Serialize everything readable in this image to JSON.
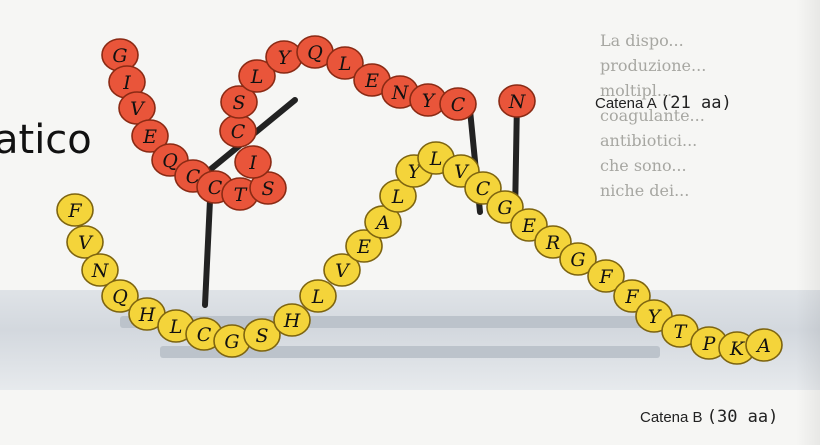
{
  "heading_fragment": "atico",
  "chain_a": {
    "label": "Catena A",
    "count": "(21 aa)",
    "color": "#e9553a",
    "stroke": "#8a2a14",
    "residues": [
      "G",
      "I",
      "V",
      "E",
      "Q",
      "C",
      "C",
      "T",
      "S",
      "I",
      "C",
      "S",
      "L",
      "Y",
      "Q",
      "L",
      "E",
      "N",
      "Y",
      "C",
      "N"
    ]
  },
  "chain_b": {
    "label": "Catena B",
    "count": "(30 aa)",
    "color": "#f4d43a",
    "stroke": "#7d6410",
    "residues": [
      "F",
      "V",
      "N",
      "Q",
      "H",
      "L",
      "C",
      "G",
      "S",
      "H",
      "L",
      "V",
      "E",
      "A",
      "L",
      "Y",
      "L",
      "V",
      "C",
      "G",
      "E",
      "R",
      "G",
      "F",
      "F",
      "Y",
      "T",
      "P",
      "K",
      "A"
    ]
  },
  "background_text": "La dispo...\nproduzione...\nmoltipl...\ncoagulante...\nantibiotici...\nche sono...\nniche dei..."
}
